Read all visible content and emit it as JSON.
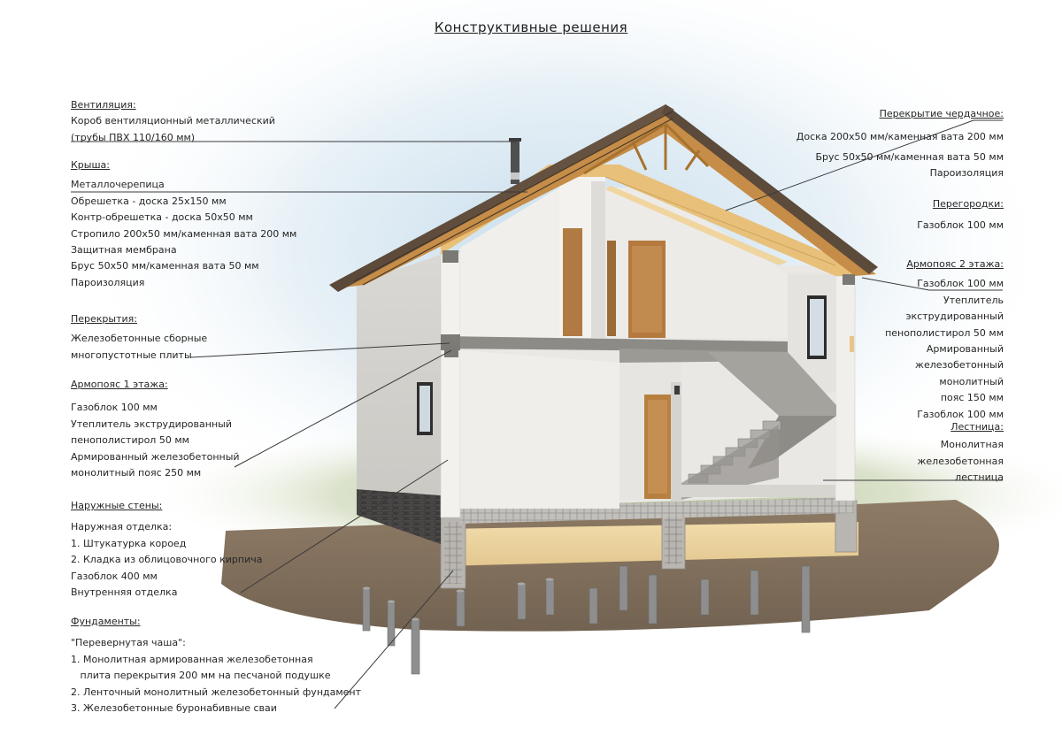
{
  "title": "Конструктивные решения",
  "left_blocks": [
    {
      "id": "ventilation",
      "heading": "Вентиляция:",
      "lines": [
        "Короб вентиляционный металлический",
        "(трубы ПВХ 110/160 мм)"
      ]
    },
    {
      "id": "roof",
      "heading": "Крыша:",
      "lines": [
        "Металлочерепица",
        "Обрешетка - доска 25x150 мм",
        "Контр-обрешетка - доска 50x50 мм",
        "Стропило 200x50 мм/каменная вата 200 мм",
        "Защитная мембрана",
        "Брус 50x50 мм/каменная вата 50 мм",
        "Пароизоляция"
      ]
    },
    {
      "id": "floors",
      "heading": "Перекрытия:",
      "lines": [
        "Железобетонные сборные",
        "многопустотные плиты"
      ]
    },
    {
      "id": "belt1",
      "heading": "Армопояс 1 этажа:",
      "lines": [
        "Газоблок 100 мм",
        "Утеплитель экструдированный",
        "пенополистирол 50 мм",
        "Армированный железобетонный",
        "монолитный пояс 250 мм"
      ]
    },
    {
      "id": "walls",
      "heading": "Наружные стены:",
      "lines": [
        "Наружная отделка:",
        "1. Штукатурка короед",
        "2. Кладка из облицовочного кирпича",
        "Газоблок 400 мм",
        "Внутренняя отделка"
      ]
    },
    {
      "id": "foundation",
      "heading": "Фундаменты:",
      "lines": [
        "\"Перевернутая чаша\":",
        "1. Монолитная армированная железобетонная",
        "   плита перекрытия 200 мм на песчаной подушке",
        "2. Ленточный монолитный железобетонный фундамент",
        "3. Железобетонные буронабивные сваи"
      ]
    }
  ],
  "right_blocks": [
    {
      "id": "attic",
      "heading": "Перекрытие чердачное:",
      "lines": [
        "Доска 200x50 мм/каменная вата 200 мм",
        "Брус 50x50 мм/каменная вата 50 мм",
        "Пароизоляция"
      ]
    },
    {
      "id": "partitions",
      "heading": "Перегородки:",
      "lines": [
        "Газоблок 100 мм"
      ]
    },
    {
      "id": "belt2",
      "heading": "Армопояс 2 этажа:",
      "lines": [
        "Газоблок 100 мм",
        "Утеплитель",
        "экструдированный",
        "пенополистирол 50 мм",
        "Армированный",
        "железобетонный",
        "монолитный",
        "пояс 150 мм",
        "Газоблок 100 мм"
      ]
    },
    {
      "id": "stairs",
      "heading": "Лестница:",
      "lines": [
        "Монолитная",
        "железобетонная",
        "лестница"
      ]
    }
  ]
}
